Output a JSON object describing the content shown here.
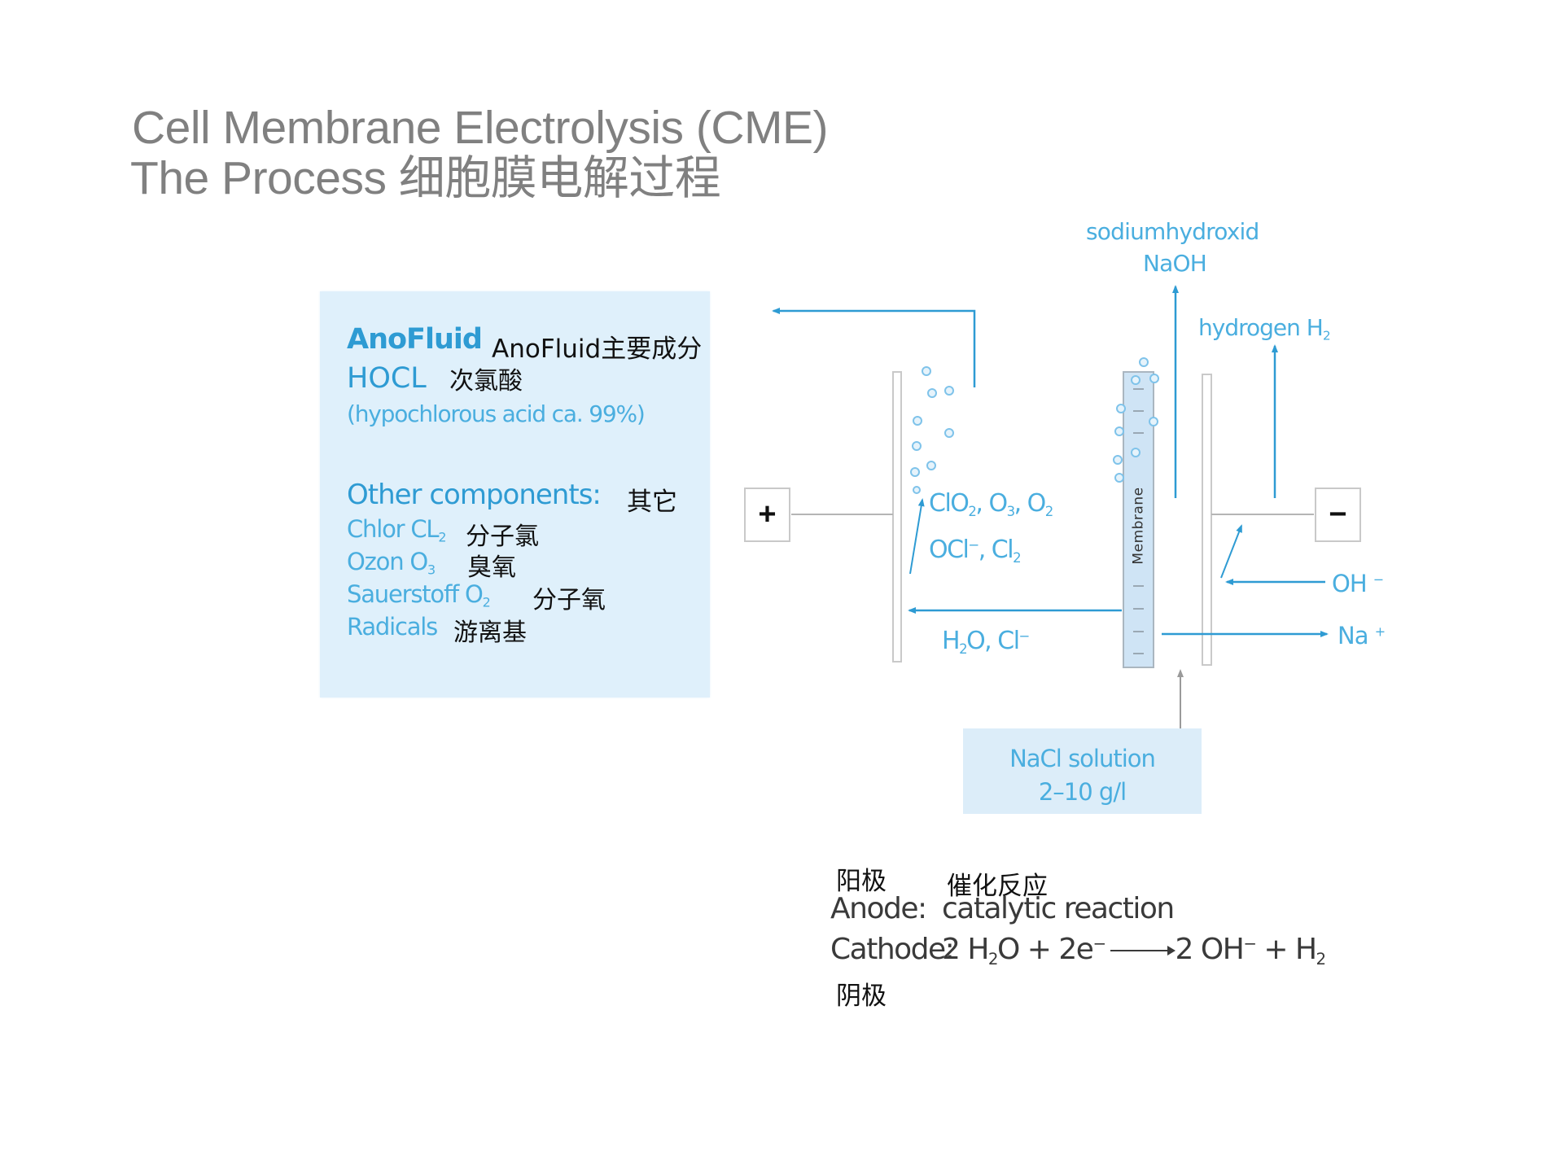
{
  "title": {
    "line1": "Cell Membrane Electrolysis (CME)",
    "line2": "The Process 细胞膜电解过程"
  },
  "info_box": {
    "heading": "AnoFluid",
    "heading_cn": "AnoFluid主要成分",
    "compound": "HOCL",
    "compound_cn": "次氯酸",
    "compound_note": "(hypochlorous acid ca. 99%)",
    "other_heading": "Other components:",
    "other_heading_cn": "其它",
    "components": [
      {
        "name": "Chlor CL",
        "sub": "2",
        "cn": "分子氯"
      },
      {
        "name": "Ozon O",
        "sub": "3",
        "cn": "臭氧"
      },
      {
        "name": "Sauerstoff O",
        "sub": "2",
        "cn": "分子氧"
      },
      {
        "name": "Radicals",
        "sub": "",
        "cn": "游离基"
      }
    ]
  },
  "diagram": {
    "colors": {
      "flow": "#2e9bd3",
      "electrode": "#c9c9c9",
      "membrane_fill": "#cfe4f5",
      "bubble": "#7fc3ea"
    },
    "anode_terminal": "+",
    "cathode_terminal": "−",
    "membrane_label": "Membrane",
    "naoh_label_1": "sodiumhydroxid",
    "naoh_label_2": "NaOH",
    "hydrogen_label": "hydrogen H",
    "hydrogen_sub": "2",
    "anode_products_1": {
      "a": "ClO",
      "a_sub": "2",
      "b": ", O",
      "b_sub": "3",
      "c": ", O",
      "c_sub": "2"
    },
    "anode_products_2": {
      "a": "OCl",
      "a_sup": "−",
      "b": ", Cl",
      "b_sub": "2"
    },
    "anode_input": {
      "a": "H",
      "a_sub": "2",
      "b": "O, Cl",
      "b_sup": "−"
    },
    "oh_label": "OH",
    "oh_sup": "−",
    "na_label": "Na",
    "na_sup": "+",
    "nacl_line1": "NaCl solution",
    "nacl_line2": "2–10 g/l"
  },
  "reactions": {
    "anode_cn": "阳极",
    "anode_desc_cn": "催化反应",
    "anode_label": "Anode:",
    "anode_desc": "catalytic reaction",
    "cathode_label": "Cathode:",
    "cathode_eq": {
      "p1": "2 H",
      "p1_sub": "2",
      "p2": "O + 2e",
      "p2_sup": "−",
      "p3": "2 OH",
      "p3_sup": "−",
      "p4": " + H",
      "p4_sub": "2"
    },
    "cathode_cn": "阴极"
  }
}
